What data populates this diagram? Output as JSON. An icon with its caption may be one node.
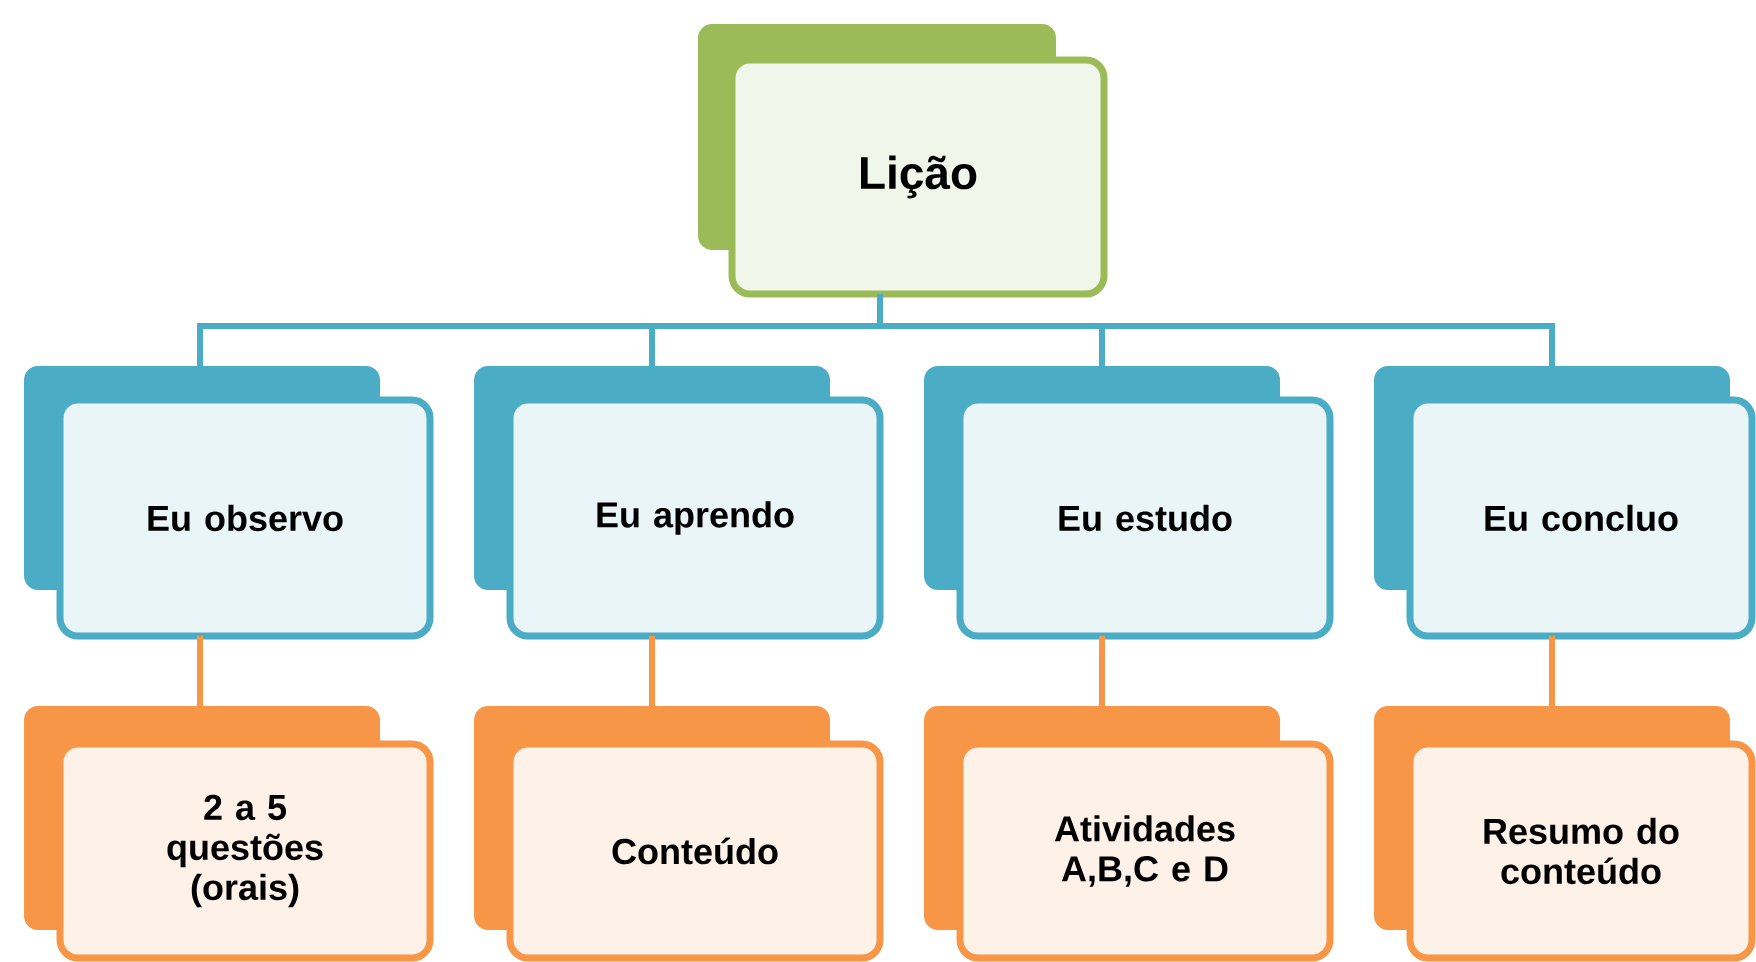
{
  "diagram": {
    "nodes": [
      {
        "text": [
          "Lição"
        ]
      },
      {
        "text": [
          "Eu observo"
        ]
      },
      {
        "text": [
          "Eu aprendo"
        ]
      },
      {
        "text": [
          "Eu estudo"
        ]
      },
      {
        "text": [
          "Eu concluo"
        ]
      },
      {
        "text": [
          "2 a 5 questões (orais)"
        ]
      },
      {
        "text": [
          "Conteúdo"
        ]
      },
      {
        "text": [
          "Atividades A,B,C e D"
        ]
      },
      {
        "text": [
          "Resumo do conteúdo"
        ]
      }
    ],
    "edges": [
      {
        "from": 0,
        "to": 1,
        "arrow": "none"
      },
      {
        "from": 0,
        "to": 2,
        "arrow": "none"
      },
      {
        "from": 0,
        "to": 3,
        "arrow": "none"
      },
      {
        "from": 0,
        "to": 4,
        "arrow": "none"
      },
      {
        "from": 1,
        "to": 5,
        "arrow": "none",
        "color": "#f79646"
      },
      {
        "from": 2,
        "to": 6,
        "arrow": "none",
        "color": "#f79646"
      },
      {
        "from": 3,
        "to": 7,
        "arrow": "none",
        "color": "#f79646"
      },
      {
        "from": 4,
        "to": 8,
        "arrow": "none",
        "color": "#f79646"
      }
    ]
  }
}
